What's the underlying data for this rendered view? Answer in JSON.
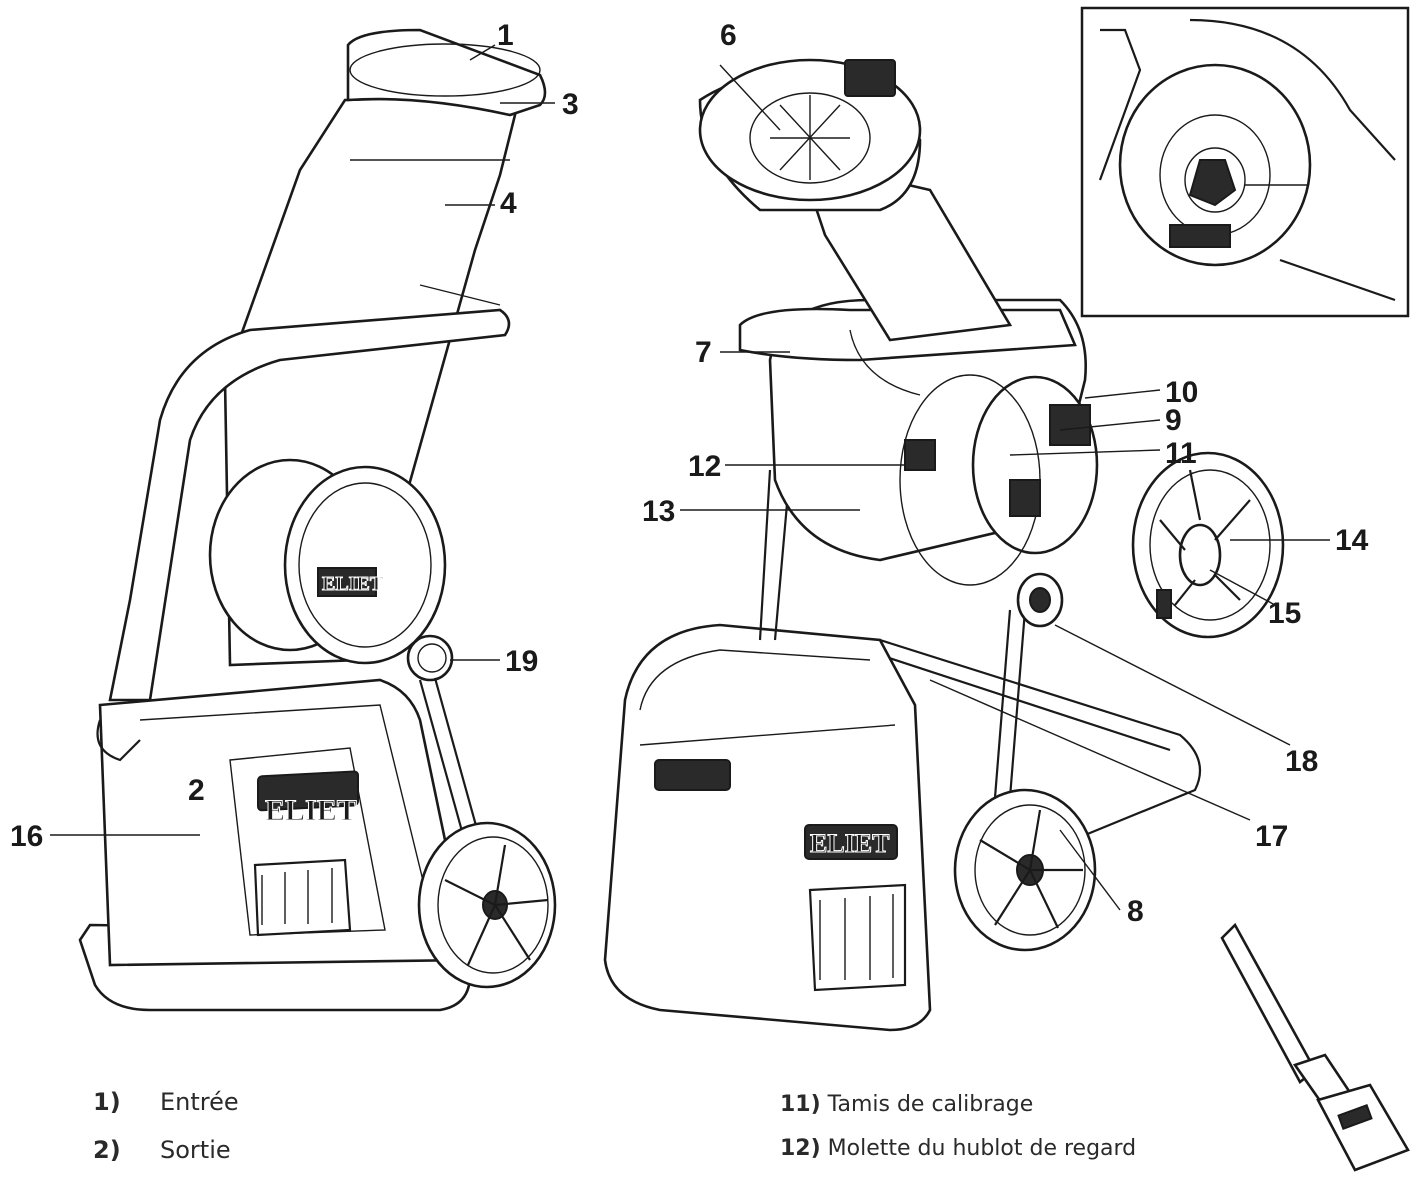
{
  "figure": {
    "callouts": [
      "1",
      "2",
      "3",
      "4",
      "6",
      "7",
      "8",
      "9",
      "10",
      "11",
      "12",
      "13",
      "14",
      "15",
      "16",
      "17",
      "18",
      "19"
    ],
    "brand_logo": "ELIET"
  },
  "legend": {
    "items": [
      {
        "number": "1)",
        "label": "Entrée"
      },
      {
        "number": "2)",
        "label": "Sortie"
      },
      {
        "number": "11)",
        "label": "Tamis de calibrage"
      },
      {
        "number": "12)",
        "label": "Molette du hublot de regard"
      }
    ]
  },
  "colors": {
    "ink": "#1a1a1a",
    "paper": "#ffffff"
  }
}
